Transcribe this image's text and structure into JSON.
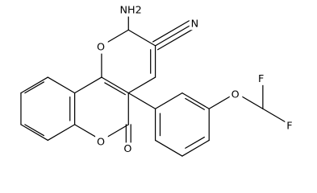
{
  "structure": {
    "atoms": {
      "amine": "NH2",
      "nitrile_n": "N",
      "pyran_o": "O",
      "lactone_o": "O",
      "carbonyl_o": "O",
      "ether_o": "O",
      "fluorine_1": "F",
      "fluorine_2": "F"
    }
  }
}
